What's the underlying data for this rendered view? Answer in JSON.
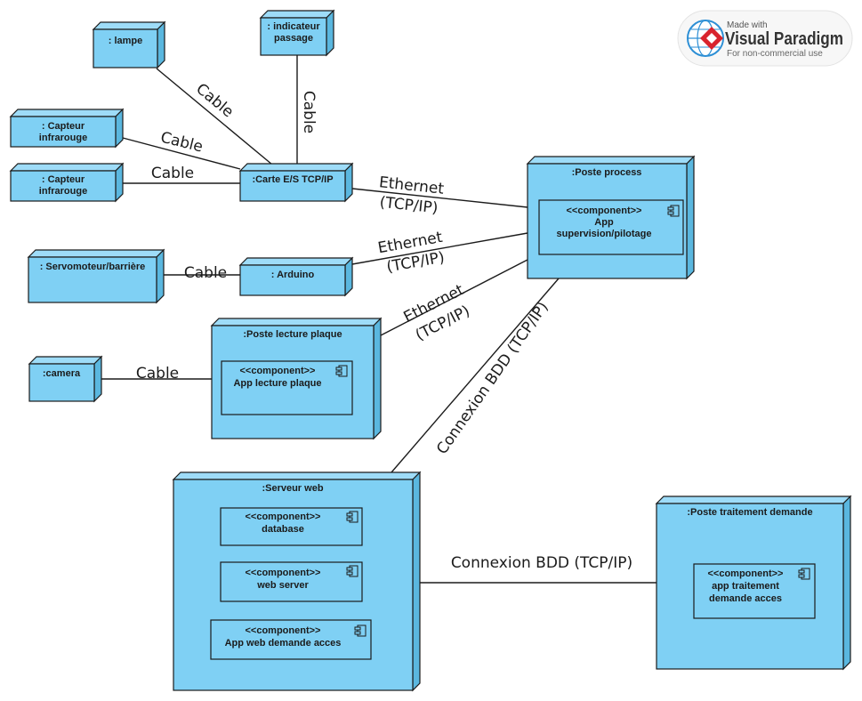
{
  "nodes": {
    "lampe": {
      "label": ": lampe"
    },
    "indicateur": {
      "label_lines": [
        ": indicateur",
        "passage"
      ]
    },
    "capteur1": {
      "label_lines": [
        ": Capteur",
        "infrarouge"
      ]
    },
    "capteur2": {
      "label_lines": [
        ": Capteur",
        "infrarouge"
      ]
    },
    "carte": {
      "label": ":Carte E/S TCP/IP"
    },
    "servo": {
      "label": ": Servomoteur/barrière"
    },
    "arduino": {
      "label": ": Arduino"
    },
    "camera": {
      "label": ":camera"
    },
    "poste_process": {
      "label": ":Poste process"
    },
    "poste_lecture": {
      "label": ":Poste lecture plaque"
    },
    "serveur_web": {
      "label": ":Serveur web"
    },
    "poste_traitement": {
      "label": ":Poste traitement demande"
    }
  },
  "components": {
    "app_supervision": {
      "stereotype": "<<component>>",
      "name_lines": [
        "App",
        "supervision/pilotage"
      ]
    },
    "app_lecture": {
      "stereotype": "<<component>>",
      "name_lines": [
        "App lecture plaque"
      ]
    },
    "database": {
      "stereotype": "<<component>>",
      "name_lines": [
        "database"
      ]
    },
    "web_server": {
      "stereotype": "<<component>>",
      "name_lines": [
        "web server"
      ]
    },
    "app_web": {
      "stereotype": "<<component>>",
      "name_lines": [
        "App web demande acces"
      ]
    },
    "app_traitement": {
      "stereotype": "<<component>>",
      "name_lines": [
        "app traitement",
        "demande acces"
      ]
    }
  },
  "edges": {
    "lampe_carte": {
      "label": "Cable"
    },
    "indicateur_carte": {
      "label": "Cable"
    },
    "capteur1_carte": {
      "label": "Cable"
    },
    "capteur2_carte": {
      "label": "Cable"
    },
    "servo_arduino": {
      "label": "Cable"
    },
    "camera_lecture": {
      "label": "Cable"
    },
    "carte_process": {
      "label_lines": [
        "Ethernet",
        "(TCP/IP)"
      ]
    },
    "arduino_process": {
      "label_lines": [
        "Ethernet",
        "(TCP/IP)"
      ]
    },
    "lecture_process": {
      "label_lines": [
        "Ethernet",
        "(TCP/IP)"
      ]
    },
    "process_serveur": {
      "label": "Connexion BDD (TCP/IP)"
    },
    "serveur_traitement": {
      "label": "Connexion BDD (TCP/IP)"
    }
  },
  "watermark": {
    "made_with": "Made with",
    "brand": "Visual Paradigm",
    "note": "For non-commercial use",
    "colors": {
      "red": "#d9232d",
      "blue": "#2d8fd5"
    }
  }
}
